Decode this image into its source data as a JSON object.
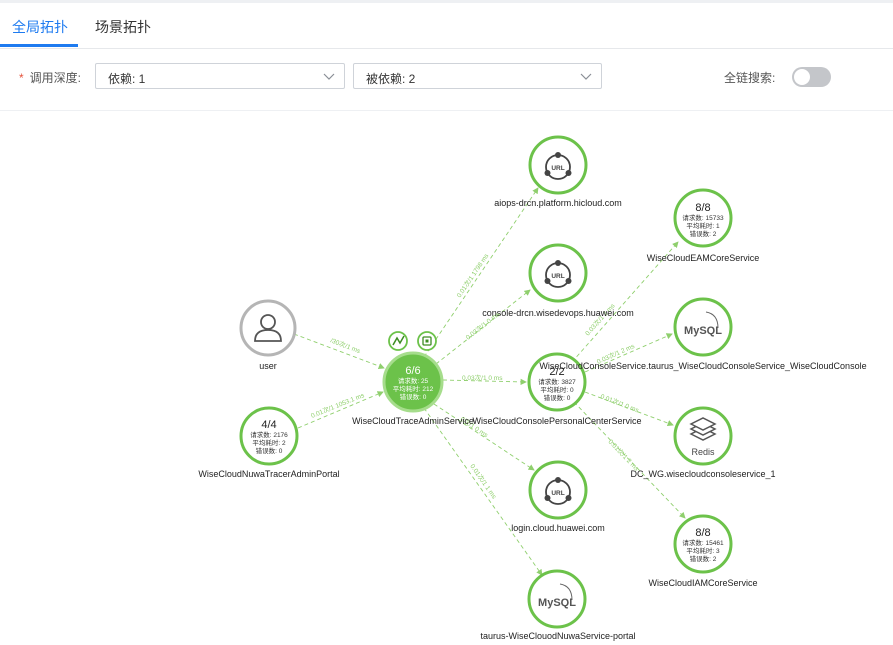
{
  "tabs": [
    {
      "label": "全局拓扑",
      "active": true
    },
    {
      "label": "场景拓扑",
      "active": false
    }
  ],
  "filters": {
    "required_mark": "*",
    "depth_label": "调用深度:",
    "depends_value": "依赖: 1",
    "depended_value": "被依赖: 2",
    "search_label": "全链搜索:",
    "search_enabled": false
  },
  "colors": {
    "accent": "#1e7bf0",
    "node_green": "#6cc24a",
    "edge_green": "#8fcf6d",
    "user_gray": "#b5b5b5"
  },
  "stat_labels": {
    "requests": "请求数:",
    "avg": "平均耗时:",
    "errors": "错误数:"
  },
  "nodes": {
    "user": {
      "name": "user",
      "icon": "user-icon"
    },
    "admin_portal": {
      "name": "WiseCloudNuwaTracerAdminPortal",
      "ratio": "4/4",
      "requests": "2176",
      "avg": "2",
      "errors": "0"
    },
    "admin_service": {
      "name": "WiseCloudTraceAdminService",
      "ratio": "6/6",
      "requests": "25",
      "avg": "212",
      "errors": "0"
    },
    "aiops": {
      "name": "aiops-drcn.platform.hicloud.com",
      "icon": "url-icon"
    },
    "console_drcn": {
      "name": "console-drcn.wisedevops.huawei.com",
      "icon": "url-icon"
    },
    "personal_center": {
      "name": "WiseCloudConsolePersonalCenterService",
      "ratio": "2/2",
      "requests": "3827",
      "avg": "0",
      "errors": "0"
    },
    "login": {
      "name": "login.cloud.huawei.com",
      "icon": "url-icon"
    },
    "taurus_portal": {
      "name": "taurus-WiseClouodNuwaService-portal",
      "icon": "mysql-icon"
    },
    "eam": {
      "name": "WiseCloudEAMCoreService",
      "ratio": "8/8",
      "requests": "15733",
      "avg": "1",
      "errors": "2"
    },
    "mysql_console": {
      "name": "WiseCloudConsoleService.taurus_WiseCloudConsoleService_WiseCloudConsole",
      "icon": "mysql-icon"
    },
    "redis": {
      "name": "DC_WG.wisecloudconsoleservice_1",
      "icon": "redis-icon"
    },
    "iam": {
      "name": "WiseCloudIAMCoreService",
      "ratio": "8/8",
      "requests": "15461",
      "avg": "3",
      "errors": "2"
    }
  },
  "icon_text": {
    "url": "URL",
    "mysql": "MySQL",
    "redis": "Redis"
  },
  "edges": {
    "user_admin": "/30次/1 ms",
    "portal_admin": "0.01次/1 1053.1 ms",
    "admin_aiops": "0.01次/1 1798 ms",
    "admin_console": "0.03次/1 0 ms",
    "admin_personal": "0.03次/1 0 ms",
    "admin_login": "0次/1 0 ms",
    "admin_taurus": "0.01次/1 1 ms",
    "personal_eam": "0.03次/1 2 ms",
    "personal_mysql": "0.03次/1 2 ms",
    "personal_redis": "0.01次/1 0 ms",
    "personal_iam": "0.01次/1 2 ms"
  }
}
